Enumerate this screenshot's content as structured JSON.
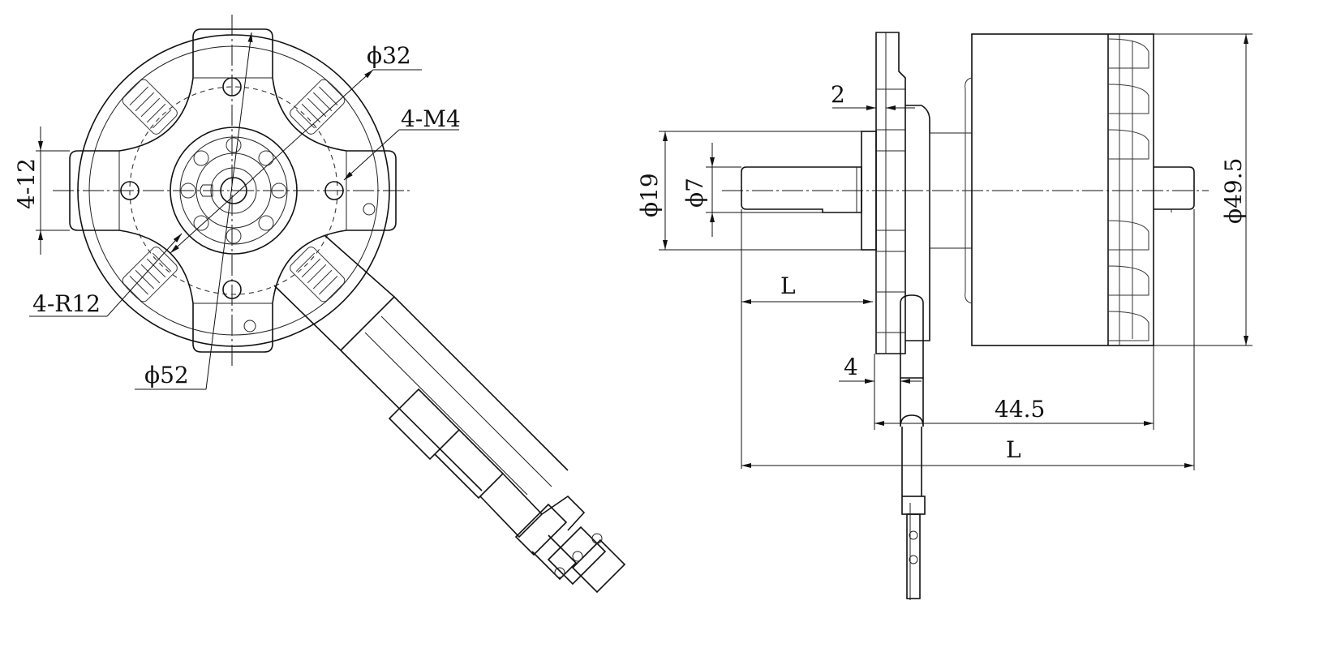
{
  "front_view": {
    "dims": {
      "outer_diameter": "ϕ52",
      "bolt_circle": "ϕ32",
      "mount_holes": "4-M4",
      "slot_width": "4-12",
      "corner_radius": "4-R12"
    }
  },
  "side_view": {
    "dims": {
      "body_diameter": "ϕ49.5",
      "boss_diameter": "ϕ19",
      "shaft_diameter": "ϕ7",
      "flange_thickness": "2",
      "shaft_length": "L",
      "mount_offset": "4",
      "body_length": "44.5",
      "overall_length": "L"
    }
  }
}
